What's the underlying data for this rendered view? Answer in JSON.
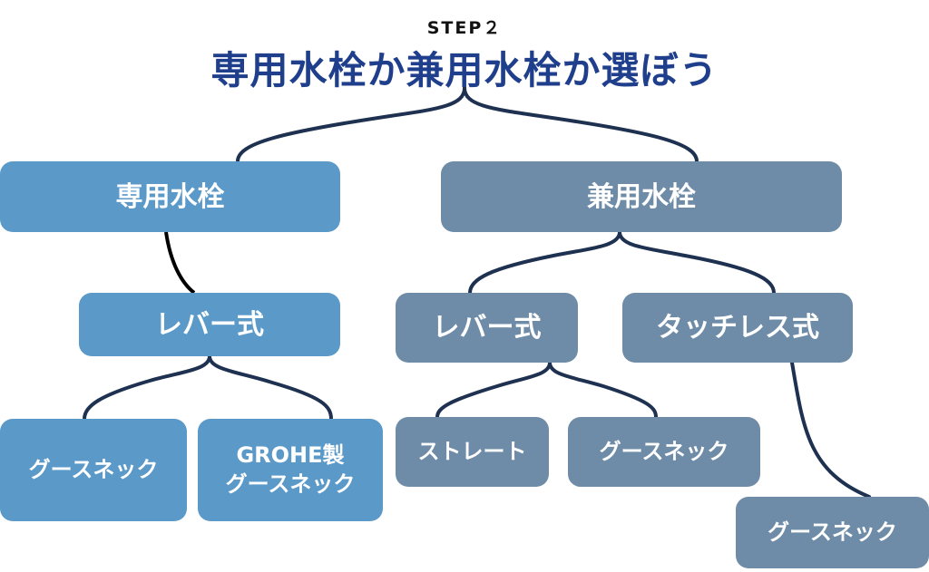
{
  "header": {
    "step": "STEP２",
    "title": "専用水栓か兼用水栓か選ぼう"
  },
  "tree": {
    "dedicated": {
      "label": "専用水栓",
      "lever": "レバー式",
      "gooseneck": "グースネック",
      "grohe_line1": "GROHE製",
      "grohe_line2": "グースネック"
    },
    "combined": {
      "label": "兼用水栓",
      "lever": "レバー式",
      "touchless": "タッチレス式",
      "straight": "ストレート",
      "gooseneck": "グースネック",
      "touchless_gooseneck": "グースネック"
    }
  },
  "colors": {
    "dedicated": "#5b99c9",
    "combined": "#6e8ca7",
    "line": "#1e3150",
    "title": "#1f3f8c"
  }
}
